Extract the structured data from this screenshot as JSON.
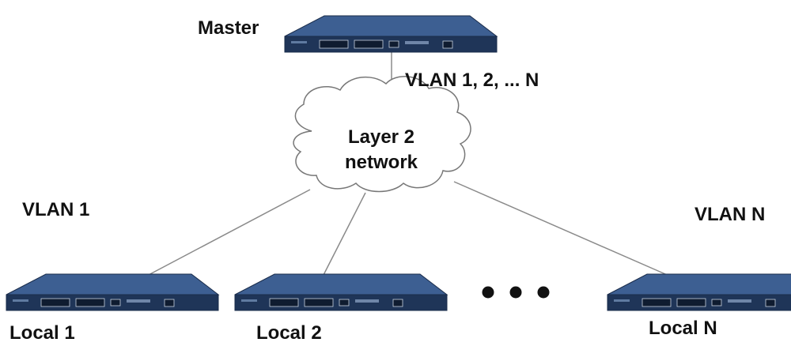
{
  "nodes": {
    "master": {
      "label": "Master"
    },
    "local_1": {
      "label": "Local 1"
    },
    "local_2": {
      "label": "Local 2"
    },
    "local_n": {
      "label": "Local N"
    }
  },
  "cloud": {
    "line1": "Layer 2",
    "line2": "network"
  },
  "vlan_labels": {
    "master_link": "VLAN 1, 2, ... N",
    "left": "VLAN 1",
    "right": "VLAN N"
  },
  "ellipsis_dot_count": 3,
  "colors": {
    "device_body": "#2c4a78",
    "device_top": "#3d5f92",
    "device_front": "#1f3558",
    "link_line": "#8a8a8a",
    "cloud_fill": "#ffffff",
    "cloud_stroke": "#777777",
    "text": "#111111",
    "dots": "#111111"
  }
}
